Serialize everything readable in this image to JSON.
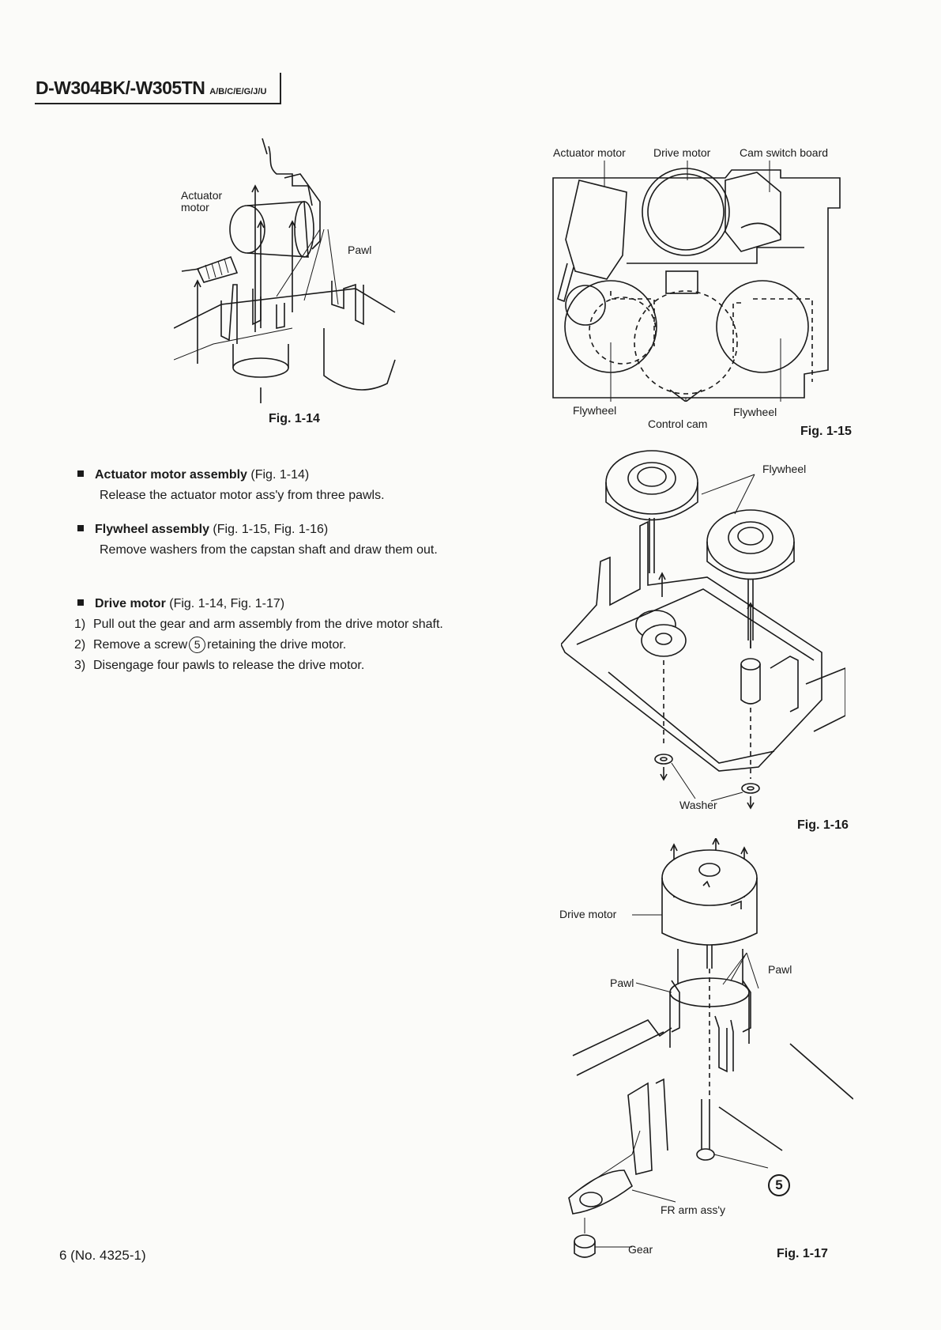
{
  "header": {
    "model": "D-W304BK/-W305TN",
    "suffix": "A/B/C/E/G/J/U"
  },
  "fig14": {
    "caption": "Fig. 1-14",
    "label_actuator_line1": "Actuator",
    "label_actuator_line2": "motor",
    "label_pawl": "Pawl"
  },
  "fig15": {
    "caption": "Fig. 1-15",
    "label_actuator_motor": "Actuator motor",
    "label_drive_motor": "Drive motor",
    "label_cam_switch_board": "Cam switch board",
    "label_flywheel_left": "Flywheel",
    "label_flywheel_right": "Flywheel",
    "label_control_cam": "Control cam"
  },
  "fig16": {
    "caption": "Fig. 1-16",
    "label_flywheel": "Flywheel",
    "label_washer": "Washer"
  },
  "fig17": {
    "caption": "Fig. 1-17",
    "label_drive_motor": "Drive motor",
    "label_pawl_left": "Pawl",
    "label_pawl_right": "Pawl",
    "label_fr_arm": "FR arm ass'y",
    "label_gear": "Gear",
    "callout_screw": "5"
  },
  "sections": {
    "actuator": {
      "title": "Actuator motor assembly",
      "ref": "(Fig. 1-14)",
      "text": "Release the actuator motor ass'y from three pawls."
    },
    "flywheel": {
      "title": "Flywheel assembly",
      "ref": "(Fig. 1-15, Fig. 1-16)",
      "text": "Remove washers from the capstan shaft and draw them out."
    },
    "drive": {
      "title": "Drive motor",
      "ref": "(Fig. 1-14, Fig. 1-17)",
      "step1_num": "1)",
      "step1": "Pull out the gear and arm assembly from the drive motor shaft.",
      "step2_num": "2)",
      "step2_pre": "Remove a screw",
      "step2_circle": "5",
      "step2_post": "retaining the drive motor.",
      "step3_num": "3)",
      "step3": "Disengage four pawls to release the drive motor."
    }
  },
  "footer": {
    "page": "6 (No. 4325-1)"
  }
}
